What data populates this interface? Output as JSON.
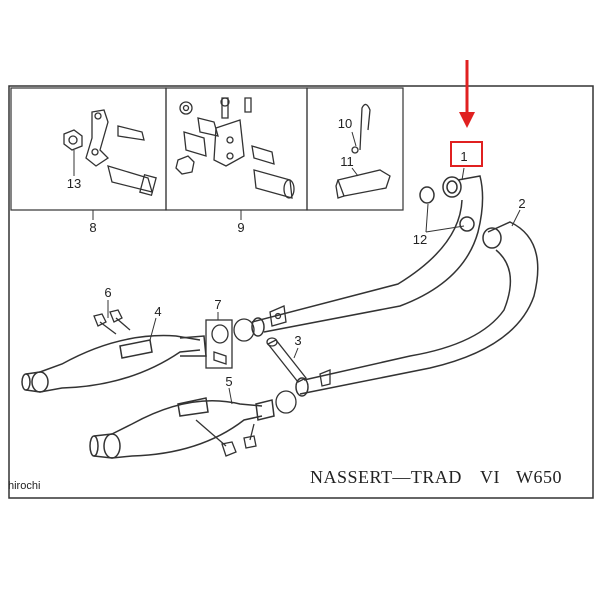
{
  "diagram": {
    "caption": "NASSERT—TRAD",
    "caption_roman": "VI",
    "caption_model": "W650",
    "watermark": "hirochi",
    "callouts": [
      {
        "label": "1"
      },
      {
        "label": "2"
      },
      {
        "label": "3"
      },
      {
        "label": "4"
      },
      {
        "label": "5"
      },
      {
        "label": "6"
      },
      {
        "label": "7"
      },
      {
        "label": "8"
      },
      {
        "label": "9"
      },
      {
        "label": "10"
      },
      {
        "label": "11"
      },
      {
        "label": "12"
      },
      {
        "label": "13"
      }
    ],
    "highlight_color": "#e02020",
    "line_color": "#333333"
  }
}
